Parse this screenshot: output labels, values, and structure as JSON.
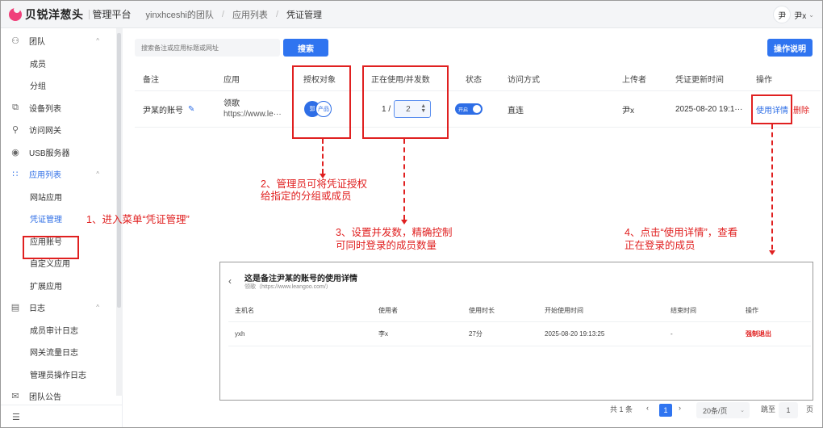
{
  "header": {
    "brand": "贝锐洋葱头",
    "platform": "管理平台",
    "breadcrumbs": [
      "yinxhceshi的团队",
      "应用列表",
      "凭证管理"
    ],
    "user_avatar": "尹",
    "user_name": "尹x"
  },
  "sidebar": {
    "items": [
      {
        "label": "团队",
        "icon": "team-icon",
        "expanded": true
      },
      {
        "label": "成员"
      },
      {
        "label": "分组"
      },
      {
        "label": "设备列表",
        "icon": "device-icon"
      },
      {
        "label": "访问网关",
        "icon": "gateway-icon"
      },
      {
        "label": "USB服务器",
        "icon": "usb-icon"
      },
      {
        "label": "应用列表",
        "icon": "apps-icon",
        "expanded": true
      },
      {
        "label": "网站应用"
      },
      {
        "label": "凭证管理",
        "active": true
      },
      {
        "label": "应用账号"
      },
      {
        "label": "自定义应用"
      },
      {
        "label": "扩展应用"
      },
      {
        "label": "日志",
        "icon": "log-icon",
        "expanded": true
      },
      {
        "label": "成员审计日志"
      },
      {
        "label": "网关流量日志"
      },
      {
        "label": "管理员操作日志"
      },
      {
        "label": "团队公告",
        "icon": "mail-icon"
      }
    ]
  },
  "toolbar": {
    "search_placeholder": "搜索备注或应用标题或网址",
    "search_label": "搜索",
    "help_label": "操作说明"
  },
  "table": {
    "columns": [
      "备注",
      "应用",
      "授权对象",
      "正在使用/并发数",
      "状态",
      "访问方式",
      "上传者",
      "凭证更新时间",
      "操作"
    ],
    "rows": [
      {
        "note": "尹某的账号",
        "app_name": "领歌",
        "app_url": "https://www.le···",
        "auth_chip1": "郭",
        "auth_chip2": "产品",
        "in_use": "1 /",
        "concurrency": "2",
        "status": "开启",
        "access": "直连",
        "uploader": "尹x",
        "updated": "2025-08-20 19:1···",
        "action_detail": "使用详情",
        "action_delete": "删除"
      }
    ]
  },
  "annotations": {
    "step1": "1、进入菜单“凭证管理”",
    "step2_line1": "2、管理员可将凭证授权",
    "step2_line2": "给指定的分组或成员",
    "step3_line1": "3、设置并发数，精确控制",
    "step3_line2": "可同时登录的成员数量",
    "step4_line1": "4、点击“使用详情”，查看",
    "step4_line2": "正在登录的成员"
  },
  "detail": {
    "title": "这是备注尹某的账号的使用详情",
    "subtitle": "领歌（https://www.leangoo.com/）",
    "columns": [
      "主机名",
      "使用者",
      "使用时长",
      "开始使用时间",
      "结束时间",
      "操作"
    ],
    "rows": [
      {
        "host": "yxh",
        "user": "李x",
        "duration": "27分",
        "start": "2025-08-20 19:13:25",
        "end": "-",
        "action": "强制退出"
      }
    ]
  },
  "pagination": {
    "total": "共 1 条",
    "prev": "‹",
    "page": "1",
    "next": "›",
    "page_size": "20条/页",
    "jump_label": "跳至",
    "jump_value": "1",
    "page_unit": "页"
  },
  "colors": {
    "accent": "#2f74f0",
    "danger": "#e02020",
    "brand": "#f0407a"
  }
}
